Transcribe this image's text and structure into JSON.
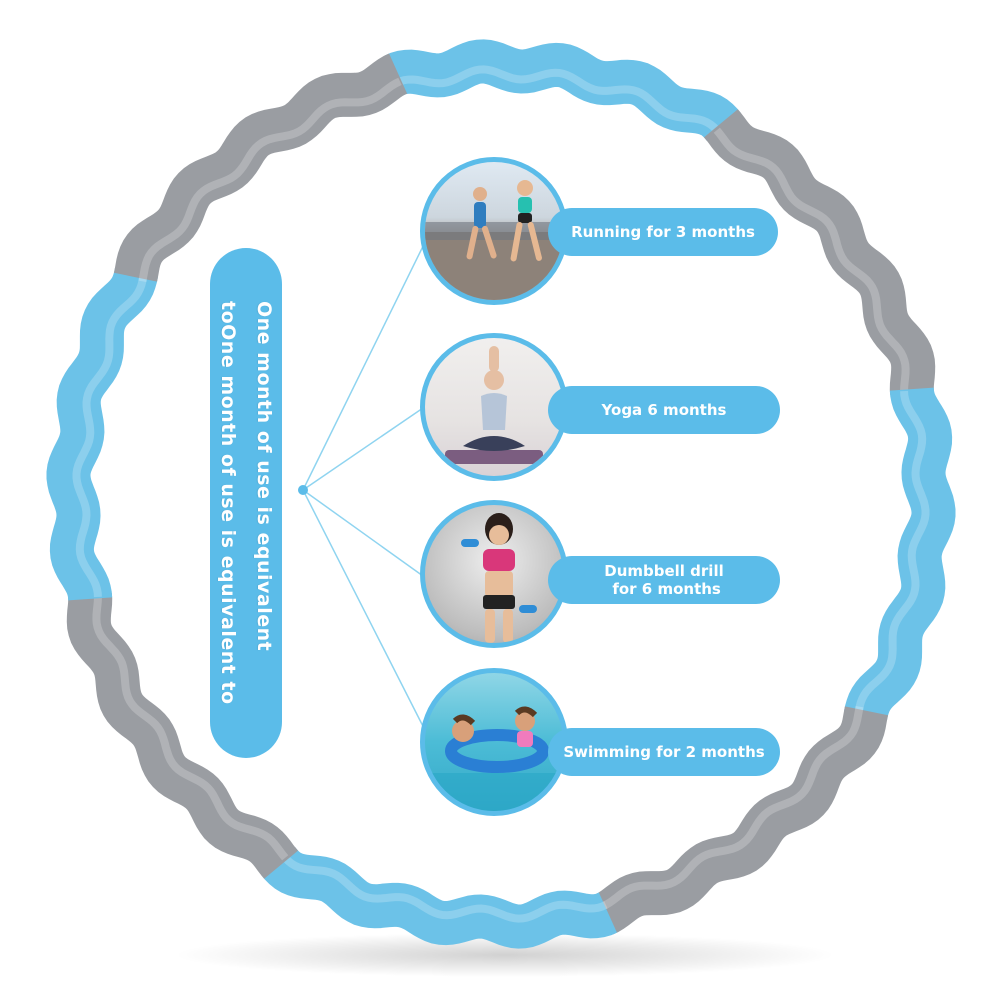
{
  "colors": {
    "accent_blue": "#5bbce9",
    "hoop_blue": "#6cc2e8",
    "hoop_gray": "#9a9da2",
    "connector": "#8fd4f0",
    "background": "#ffffff"
  },
  "intro": {
    "text": "One month of use is equivalent\ntoOne month of use is equivalent to"
  },
  "activities": [
    {
      "label": "Running for 3 months"
    },
    {
      "label": "Yoga 6 months"
    },
    {
      "label": "Dumbbell drill\n for 6 months"
    },
    {
      "label": "Swimming for 2 months"
    }
  ]
}
